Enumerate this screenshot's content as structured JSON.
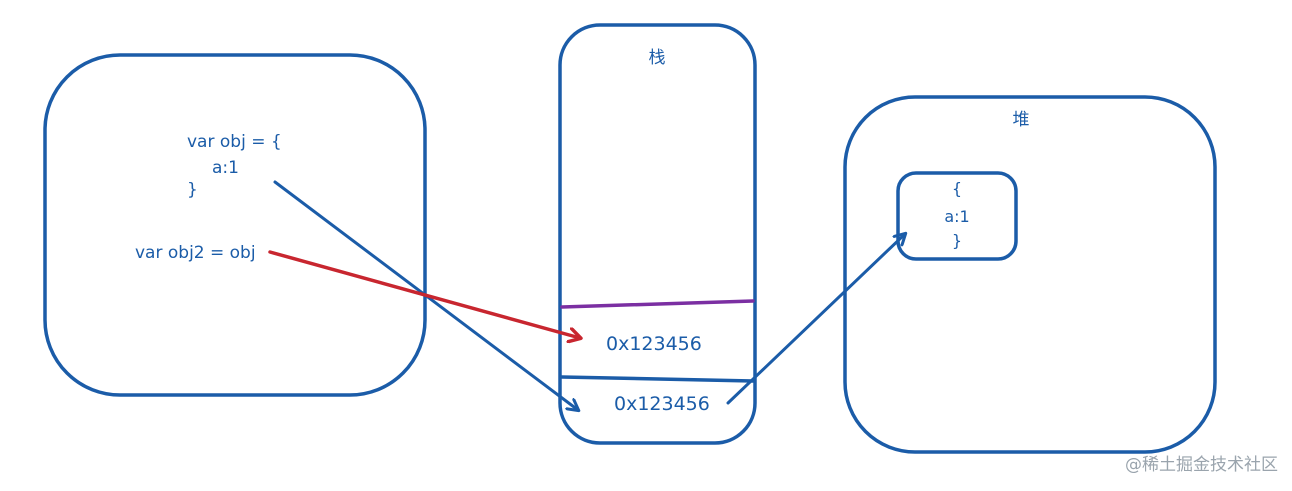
{
  "colors": {
    "stroke": "#1b5ca8",
    "text": "#1b5ca8",
    "red_arrow": "#c8262f",
    "divider": "#7b2fa2",
    "watermark": "#9aa4ad"
  },
  "code": {
    "line1": "var obj = {",
    "line2": "a:1",
    "line3": "}",
    "line4": "var obj2 = obj"
  },
  "stack": {
    "title": "栈",
    "cell_top": "0x123456",
    "cell_bottom": "0x123456"
  },
  "heap": {
    "title": "堆",
    "obj_open": "{",
    "obj_prop": "a:1",
    "obj_close": "}"
  },
  "watermark": "@稀土掘金技术社区"
}
